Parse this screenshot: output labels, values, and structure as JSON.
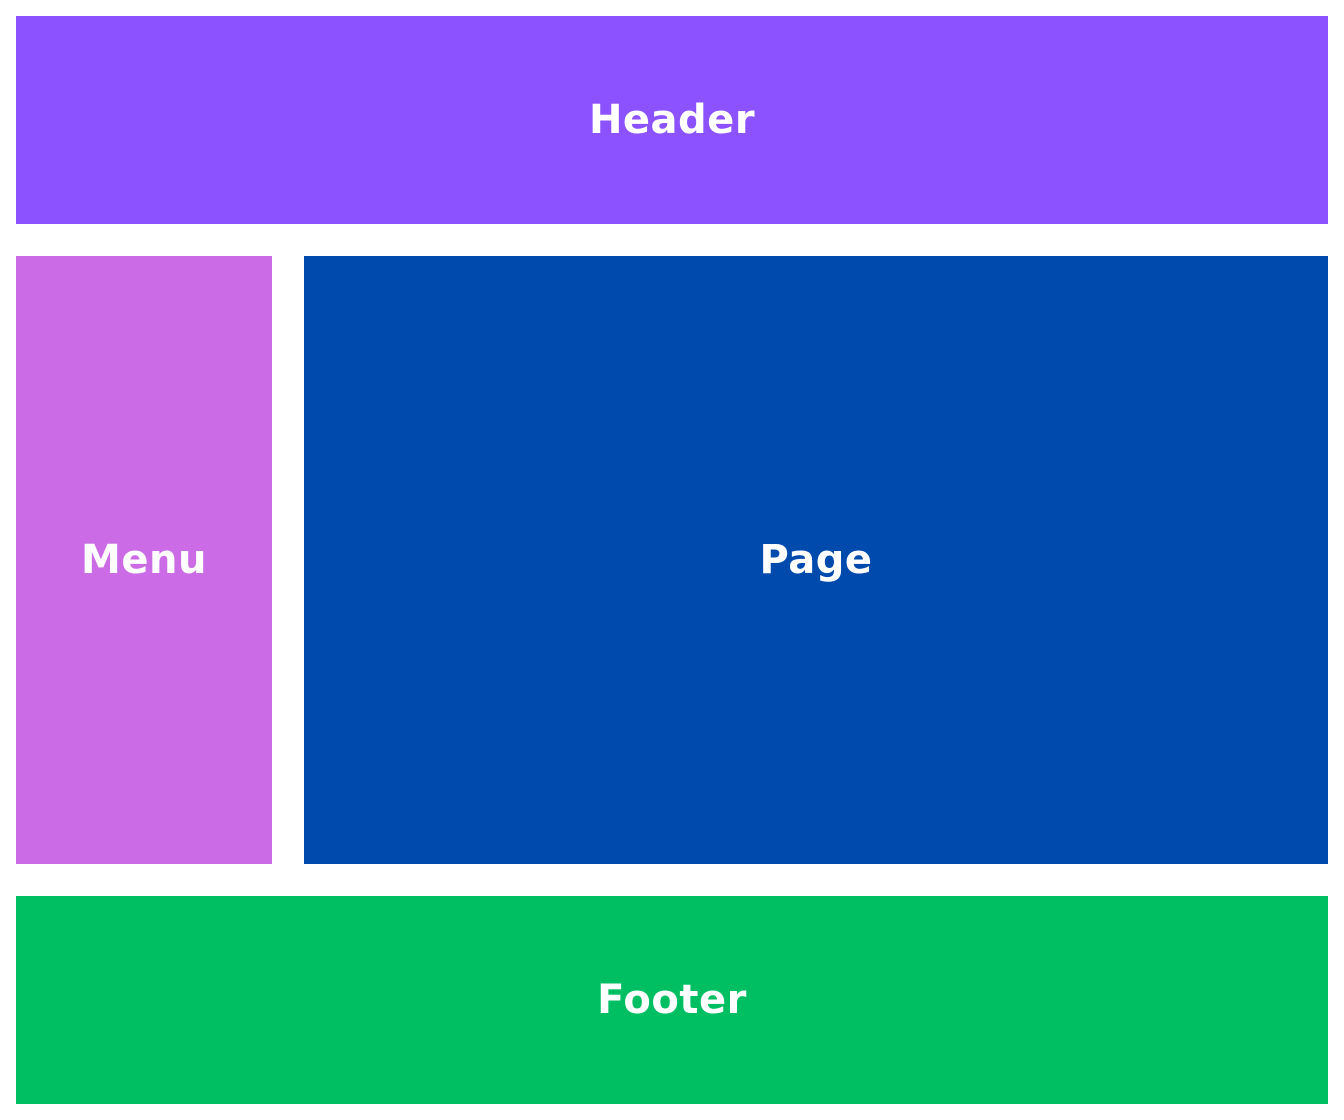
{
  "regions": {
    "header": {
      "label": "Header",
      "bg": "#8C52FF"
    },
    "menu": {
      "label": "Menu",
      "bg": "#CB6CE6"
    },
    "page": {
      "label": "Page",
      "bg": "#004AAD"
    },
    "footer": {
      "label": "Footer",
      "bg": "#00BF63"
    }
  },
  "colors": {
    "text": "#FFFFFF",
    "background": "#FFFFFF"
  }
}
